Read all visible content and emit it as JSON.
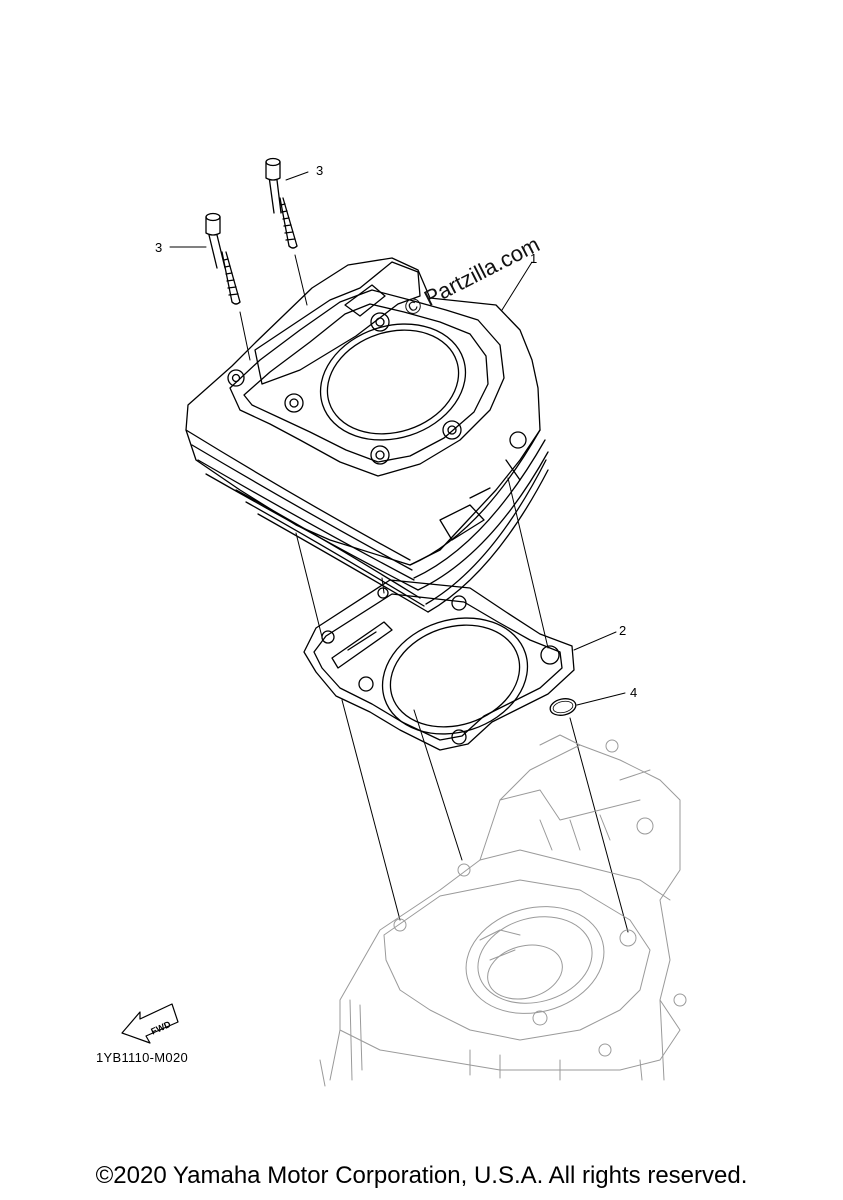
{
  "callouts": {
    "part_1": "1",
    "part_2": "2",
    "part_3_a": "3",
    "part_3_b": "3",
    "part_4": "4"
  },
  "fwd_label": "FWD",
  "drawing_code": "1YB1110-M020",
  "watermark": "© Partzilla.com",
  "copyright": "©2020 Yamaha Motor Corporation, U.S.A. All rights reserved.",
  "colors": {
    "ink": "#000000",
    "ghost": "#9a9a9a"
  }
}
